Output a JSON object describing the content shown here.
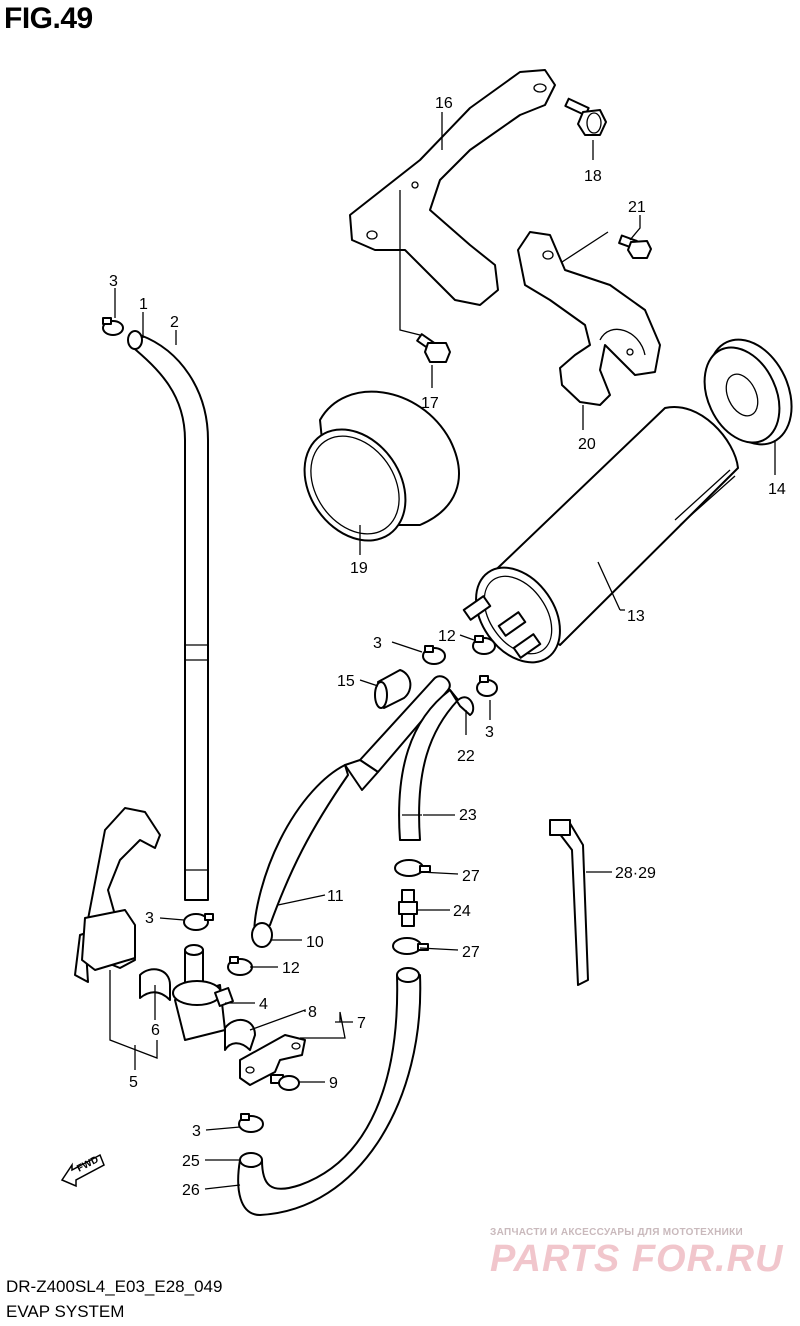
{
  "figure": {
    "title": "FIG.49",
    "code": "DR-Z400SL4_E03_E28_049",
    "name": "EVAP SYSTEM"
  },
  "direction_arrow": "FWD",
  "callouts": {
    "p1": "1",
    "p2": "2",
    "p3a": "3",
    "p3b": "3",
    "p3c": "3",
    "p3d": "3",
    "p3e": "3",
    "p4": "4",
    "p5": "5",
    "p6": "6",
    "p7": "7",
    "p8": "8",
    "p9": "9",
    "p10": "10",
    "p11": "11",
    "p12a": "12",
    "p12b": "12",
    "p13": "13",
    "p14": "14",
    "p15": "15",
    "p16": "16",
    "p17": "17",
    "p18": "18",
    "p19": "19",
    "p20": "20",
    "p21": "21",
    "p22": "22",
    "p23": "23",
    "p24": "24",
    "p25": "25",
    "p26": "26",
    "p27a": "27",
    "p27b": "27",
    "p2829": "28·29"
  },
  "watermark": {
    "tagline": "ЗАПЧАСТИ И АКСЕССУАРЫ ДЛЯ МОТОТЕХНИКИ",
    "logo": "PARTS FOR.RU"
  }
}
